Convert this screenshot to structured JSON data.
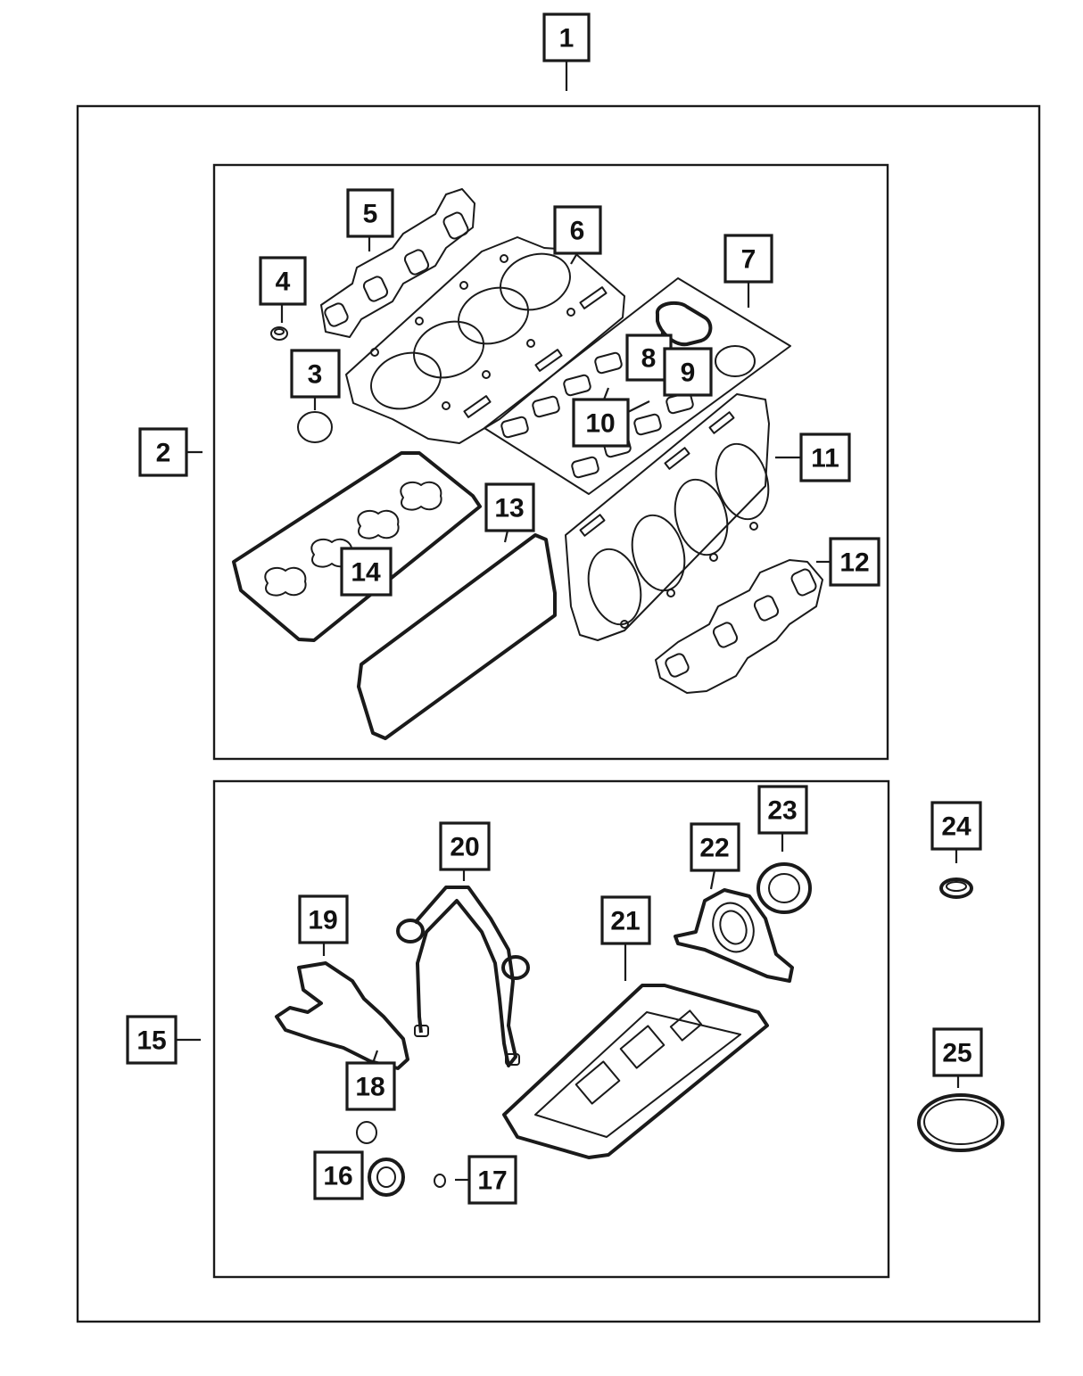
{
  "callouts": [
    {
      "id": "1",
      "label": "1",
      "part": "overhaul-gasket-kit"
    },
    {
      "id": "2",
      "label": "2",
      "part": "upper-gasket-set"
    },
    {
      "id": "3",
      "label": "3",
      "part": "o-ring"
    },
    {
      "id": "4",
      "label": "4",
      "part": "valve-stem-seal"
    },
    {
      "id": "5",
      "label": "5",
      "part": "exhaust-manifold-gasket-left"
    },
    {
      "id": "6",
      "label": "6",
      "part": "cylinder-head-gasket-left"
    },
    {
      "id": "7",
      "label": "7",
      "part": "intake-manifold-gasket-set"
    },
    {
      "id": "8",
      "label": "8",
      "part": "throttle-body-gasket"
    },
    {
      "id": "9",
      "label": "9",
      "part": "seal"
    },
    {
      "id": "10",
      "label": "10",
      "part": "intake-port-gaskets"
    },
    {
      "id": "11",
      "label": "11",
      "part": "cylinder-head-gasket-right"
    },
    {
      "id": "12",
      "label": "12",
      "part": "exhaust-manifold-gasket-right"
    },
    {
      "id": "13",
      "label": "13",
      "part": "valve-cover-gasket-right"
    },
    {
      "id": "14",
      "label": "14",
      "part": "valve-cover-gasket-left"
    },
    {
      "id": "15",
      "label": "15",
      "part": "lower-gasket-set"
    },
    {
      "id": "16",
      "label": "16",
      "part": "front-crank-seal"
    },
    {
      "id": "17",
      "label": "17",
      "part": "small-o-ring"
    },
    {
      "id": "18",
      "label": "18",
      "part": "o-ring-medium"
    },
    {
      "id": "19",
      "label": "19",
      "part": "water-pump-gasket"
    },
    {
      "id": "20",
      "label": "20",
      "part": "timing-cover-gasket"
    },
    {
      "id": "21",
      "label": "21",
      "part": "oil-pan-gasket"
    },
    {
      "id": "22",
      "label": "22",
      "part": "rear-main-seal-retainer"
    },
    {
      "id": "23",
      "label": "23",
      "part": "rear-main-seal"
    },
    {
      "id": "24",
      "label": "24",
      "part": "seal-ring"
    },
    {
      "id": "25",
      "label": "25",
      "part": "large-seal-ring"
    }
  ],
  "colors": {
    "line": "#1a1a1a",
    "background": "#ffffff"
  }
}
